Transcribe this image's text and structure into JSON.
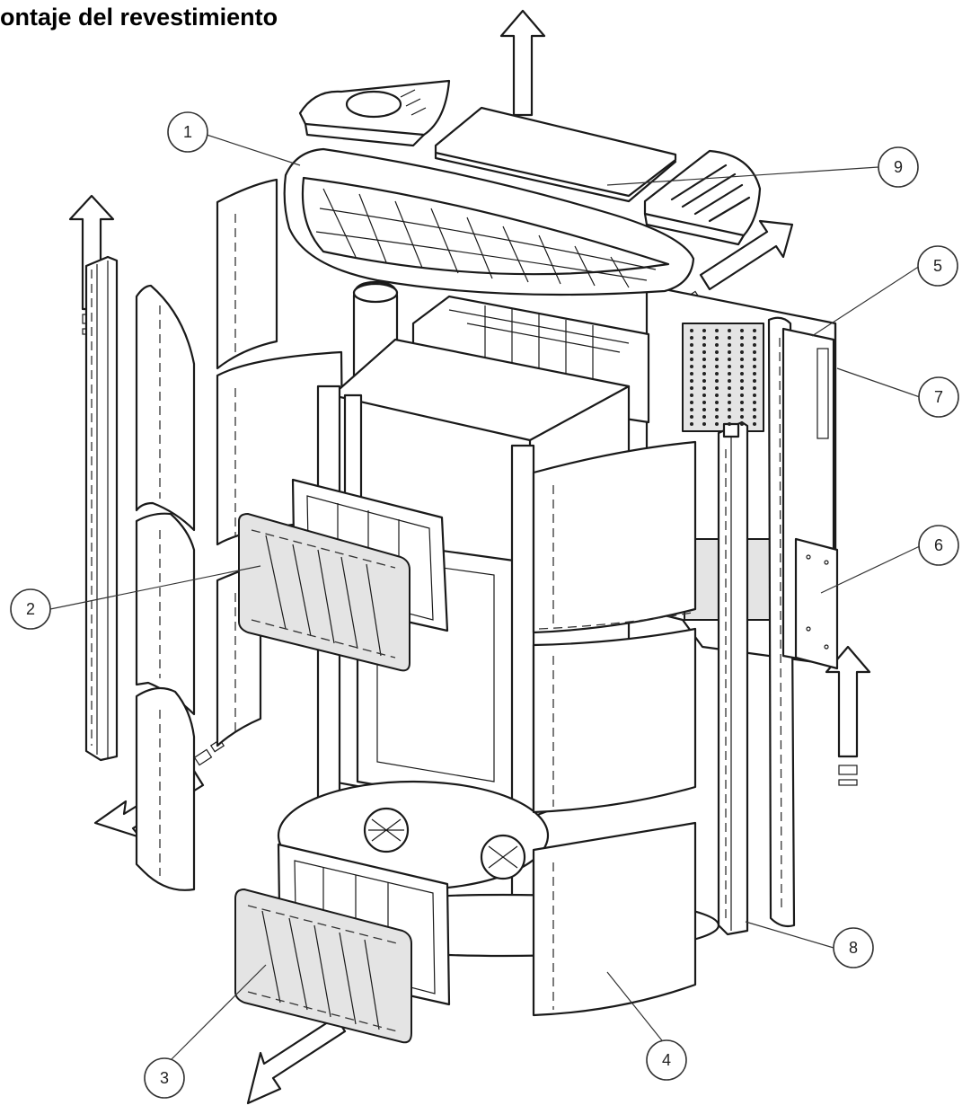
{
  "title": "ontaje del revestimiento",
  "callouts": [
    {
      "label": "1"
    },
    {
      "label": "2"
    },
    {
      "label": "3"
    },
    {
      "label": "4"
    },
    {
      "label": "5"
    },
    {
      "label": "6"
    },
    {
      "label": "7"
    },
    {
      "label": "8"
    },
    {
      "label": "9"
    }
  ],
  "colors": {
    "line": "#1a1a1a",
    "background": "#ffffff",
    "shade": "#e4e4e4"
  }
}
